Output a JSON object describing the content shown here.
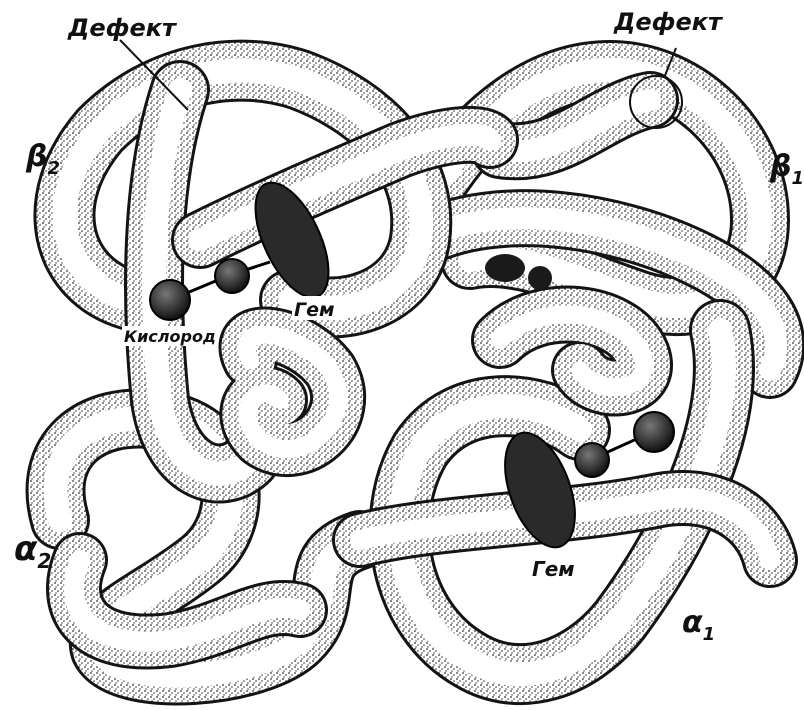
{
  "figure": {
    "labels": {
      "defect_left": "Дефект",
      "defect_right": "Дефект",
      "beta2": "β",
      "beta2_sub": "2",
      "beta1": "β",
      "beta1_sub": "1",
      "alpha2": "α",
      "alpha2_sub": "2",
      "alpha1": "α",
      "alpha1_sub": "1",
      "heme_upper": "Гем",
      "heme_lower": "Гем",
      "oxygen": "Кислород"
    },
    "colors": {
      "ink": "#141414",
      "heme": "#2a2a2a",
      "background": "#ffffff"
    }
  }
}
